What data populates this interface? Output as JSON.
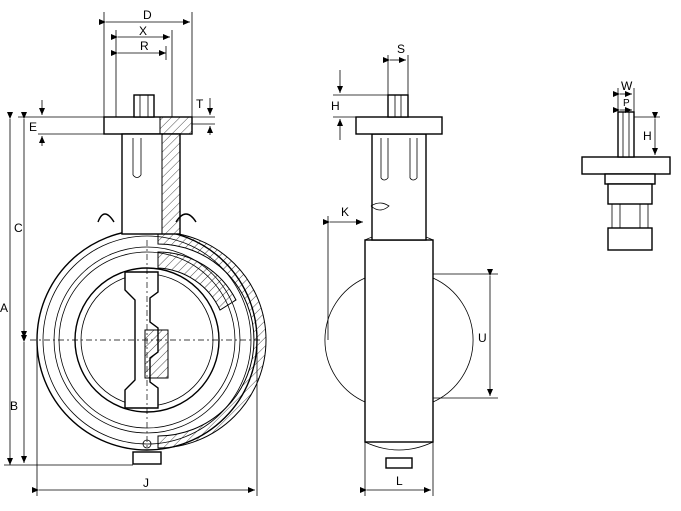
{
  "labels": {
    "D": "D",
    "X": "X",
    "R": "R",
    "T": "T",
    "E": "E",
    "C": "C",
    "A": "A",
    "B": "B",
    "J": "J",
    "S": "S",
    "H": "H",
    "K": "K",
    "U": "U",
    "L": "L",
    "W": "W",
    "P": "P",
    "H2": "H"
  }
}
